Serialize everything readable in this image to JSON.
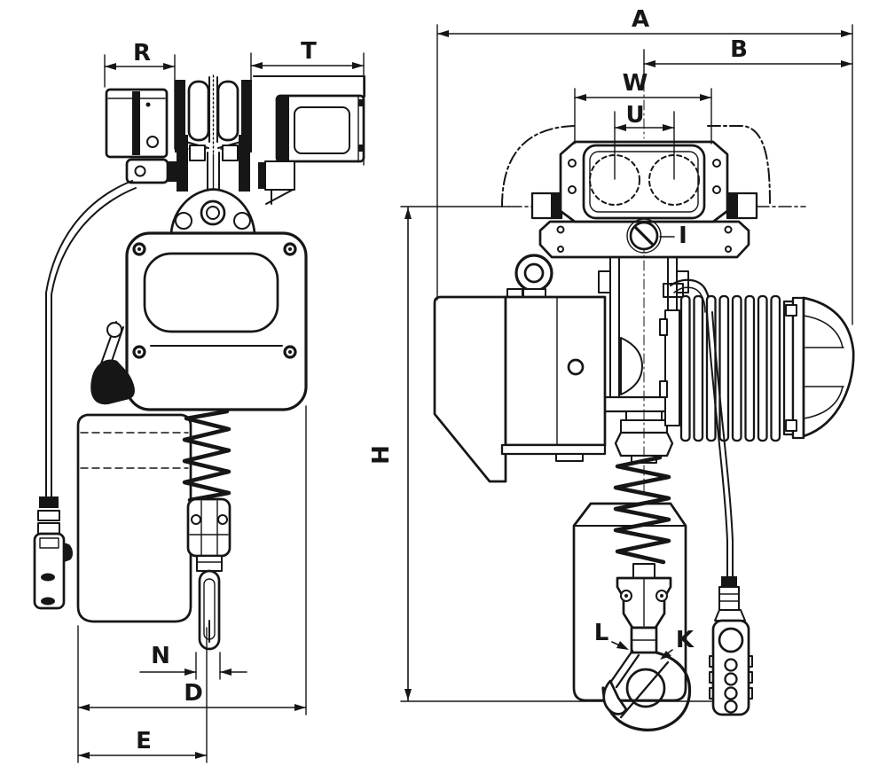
{
  "diagram": {
    "type": "technical-dimensional-drawing",
    "subject": "Electric chain hoist with motorized beam trolley",
    "views": [
      {
        "id": "side",
        "name": "Side view with beam trolley"
      },
      {
        "id": "front",
        "name": "Front view with suspension bracket"
      }
    ],
    "dimension_labels": {
      "A": "A",
      "B": "B",
      "W": "W",
      "U": "U",
      "I": "I",
      "H": "H",
      "R": "R",
      "T": "T",
      "N": "N",
      "D": "D",
      "E": "E",
      "L": "L",
      "K": "K"
    },
    "colors": {
      "ink": "#161616",
      "paper": "#ffffff"
    }
  }
}
